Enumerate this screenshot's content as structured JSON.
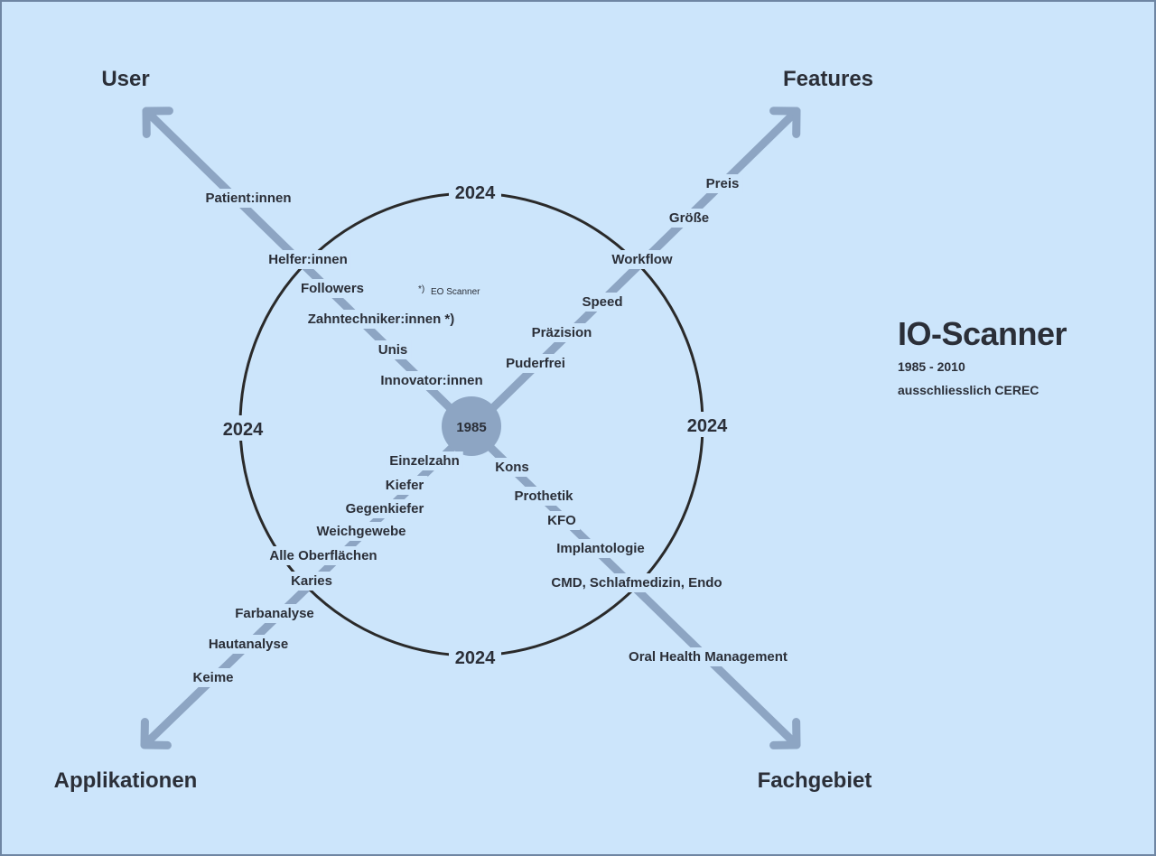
{
  "title": "IO-Scanner",
  "subtitle_line1": "1985 - 2010",
  "subtitle_line2": "ausschliesslich CEREC",
  "center_label": "1985",
  "ring_labels": {
    "top": "2024",
    "bottom": "2024",
    "left": "2024",
    "right": "2024"
  },
  "axes": {
    "user": {
      "title": "User",
      "items": [
        "Patient:innen",
        "Helfer:innen",
        "Followers",
        "Zahntechniker:innen *)",
        "Unis",
        "Innovator:innen"
      ]
    },
    "features": {
      "title": "Features",
      "items": [
        "Preis",
        "Größe",
        "Workflow",
        "Speed",
        "Präzision",
        "Puderfrei"
      ]
    },
    "applikationen": {
      "title": "Applikationen",
      "items": [
        "Einzelzahn",
        "Kiefer",
        "Gegenkiefer",
        "Weichgewebe",
        "Alle Oberflächen",
        "Karies",
        "Farbanalyse",
        "Hautanalyse",
        "Keime"
      ]
    },
    "fachgebiet": {
      "title": "Fachgebiet",
      "items": [
        "Kons",
        "Prothetik",
        "KFO",
        "Implantologie",
        "CMD, Schlafmedizin, Endo",
        "Oral Health Management"
      ]
    }
  },
  "footnote_marker": "*)",
  "footnote_text": "EO Scanner",
  "colors": {
    "background": "#cce5fb",
    "border": "#6f86a3",
    "arrow": "#8da5c3",
    "ring": "#2a2a2a",
    "center": "#8da5c3",
    "text": "#2b2f38"
  }
}
